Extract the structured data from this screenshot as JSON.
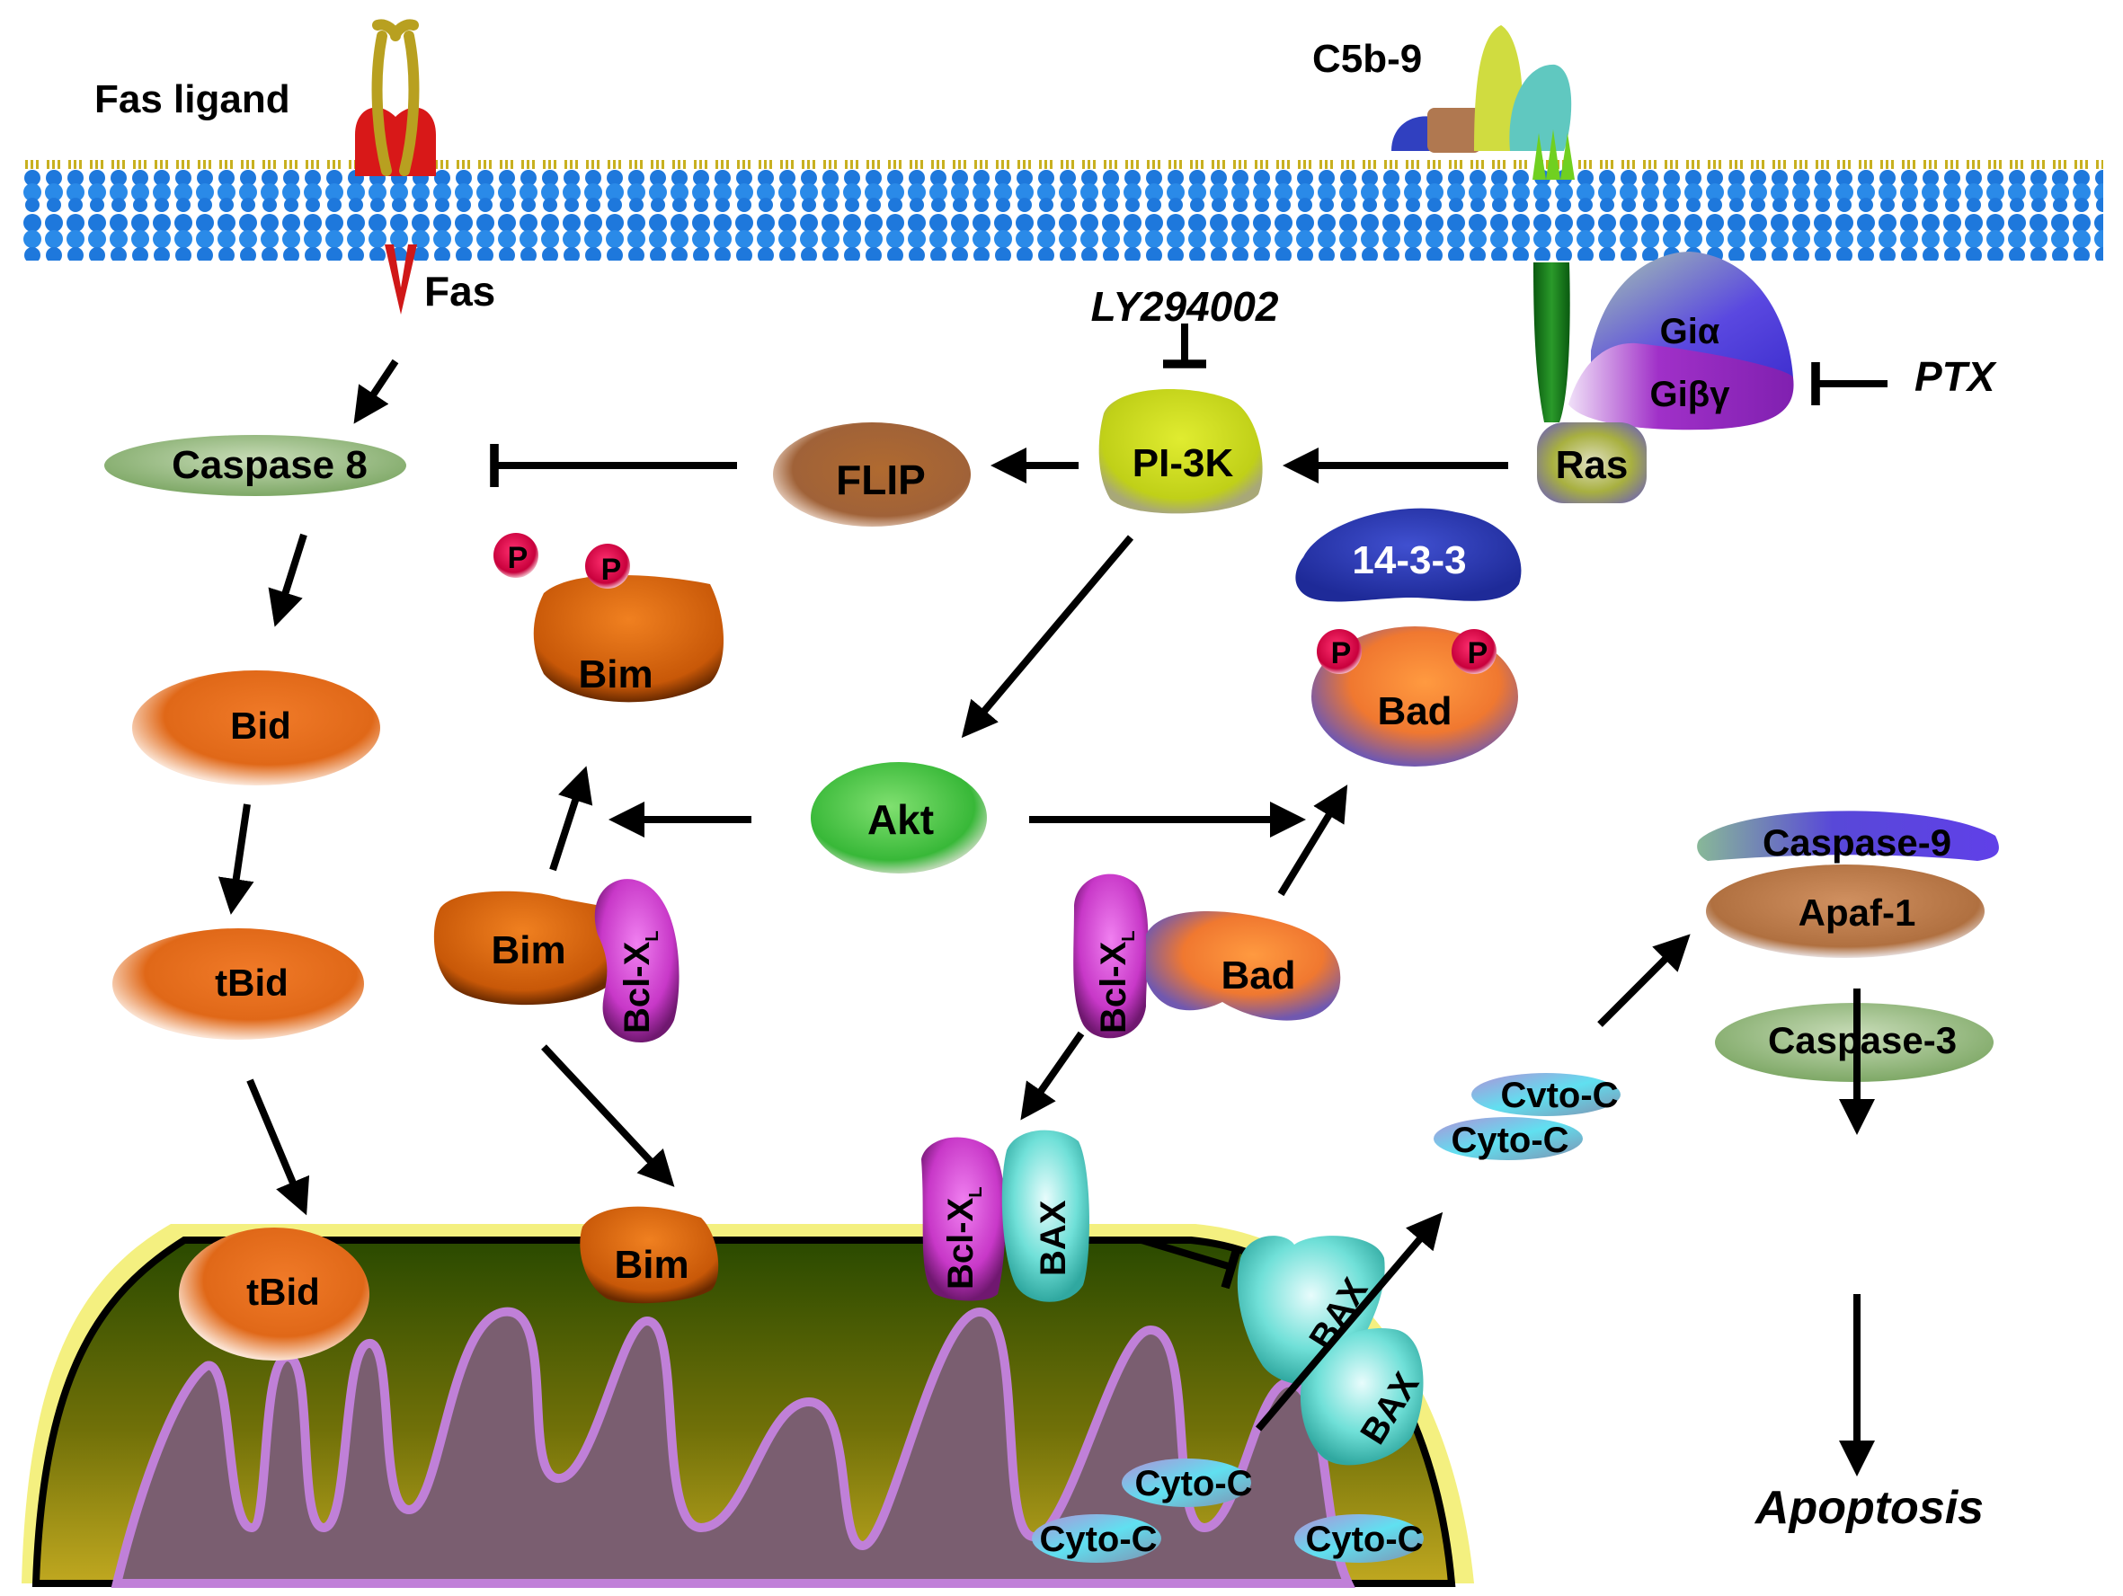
{
  "title": "Fas / C5b-9 signaling to apoptosis via PI-3K/Akt and mitochondria",
  "colors": {
    "membrane_head": "#1f7fe0",
    "membrane_tail": "#c9b020",
    "fas": "#d01818",
    "fas_ligand": "#b8a020",
    "caspase_green": "#8fb876",
    "bid_orange": "#e86a1c",
    "bim_orange": "#d4620c",
    "flip_brown": "#a86a38",
    "pi3k_yellow": "#c8d81c",
    "ras_olive": "#9aa040",
    "gi_alpha": "#5a48e0",
    "gi_beta_gamma": "#a030c0",
    "akt_green": "#3cc03c",
    "phospho_red": "#e0104a",
    "protein_14_3_3": "#283cb4",
    "bclxl_magenta": "#c838c8",
    "bax_cyan": "#58dcd0",
    "cyto_c": "#80c0e0",
    "caspase9_blue": "#5848d8",
    "apaf1_brown": "#b87848",
    "mito_outer": "#f4f080",
    "mito_matrix": "#7a5e70",
    "mito_crista": "#c080d8",
    "mito_space": "#5a6010",
    "arrow": "#000000"
  },
  "membrane": {
    "ligands": {
      "fas_ligand": "Fas ligand",
      "c5b9": "C5b-9"
    },
    "receptor": "Fas"
  },
  "inhibitors": {
    "ly294002": "LY294002",
    "ptx": "PTX"
  },
  "nodes": {
    "gi_alpha": "Giα",
    "gi_beta_gamma": "Giβγ",
    "ras": "Ras",
    "pi3k": "PI-3K",
    "flip": "FLIP",
    "caspase8": "Caspase 8",
    "bid": "Bid",
    "tbid_1": "tBid",
    "tbid_2": "tBid",
    "bim_p": "Bim",
    "phospho": "P",
    "protein_14_3_3": "14-3-3",
    "bad_p": "Bad",
    "akt": "Akt",
    "bim_complex": "Bim",
    "bclxl_label": "Bcl-X",
    "bclxl_sub": "L",
    "bad_complex": "Bad",
    "bim_mito": "Bim",
    "bax": "BAX",
    "cyto_c": "Cyto-C",
    "cyto_c_alt": "Cvto-C",
    "caspase9": "Caspase-9",
    "apaf1": "Apaf-1",
    "caspase3": "Caspase-3"
  },
  "outcome": "Apoptosis",
  "edges": [
    {
      "from": "Fas",
      "to": "Caspase 8",
      "type": "activation"
    },
    {
      "from": "FLIP",
      "to": "Caspase 8",
      "type": "inhibition"
    },
    {
      "from": "PI-3K",
      "to": "FLIP",
      "type": "activation"
    },
    {
      "from": "Ras",
      "to": "PI-3K",
      "type": "activation"
    },
    {
      "from": "LY294002",
      "to": "PI-3K",
      "type": "inhibition"
    },
    {
      "from": "PTX",
      "to": "Giβγ",
      "type": "inhibition"
    },
    {
      "from": "PI-3K",
      "to": "Akt",
      "type": "activation"
    },
    {
      "from": "Akt",
      "to": "P-Bim",
      "type": "activation"
    },
    {
      "from": "Akt",
      "to": "14-3-3/P-Bad",
      "type": "activation"
    },
    {
      "from": "Bim/Bcl-XL",
      "to": "P-Bim",
      "type": "activation"
    },
    {
      "from": "Bcl-XL/Bad",
      "to": "14-3-3/P-Bad",
      "type": "activation"
    },
    {
      "from": "Bim/Bcl-XL",
      "to": "Bim (mitochondria)",
      "type": "activation"
    },
    {
      "from": "Bcl-XL/Bad",
      "to": "Bcl-XL/BAX",
      "type": "activation"
    },
    {
      "from": "Bcl-XL/BAX",
      "to": "BAX oligomer",
      "type": "inhibition"
    },
    {
      "from": "Caspase 8",
      "to": "Bid",
      "type": "activation"
    },
    {
      "from": "Bid",
      "to": "tBid",
      "type": "activation"
    },
    {
      "from": "tBid",
      "to": "tBid (mitochondria)",
      "type": "activation"
    },
    {
      "from": "mitochondrial Cyto-C",
      "to": "released Cyto-C",
      "type": "activation"
    },
    {
      "from": "Cyto-C",
      "to": "Caspase-9/Apaf-1",
      "type": "activation"
    },
    {
      "from": "Caspase-9/Apaf-1",
      "to": "Caspase-3",
      "type": "activation"
    },
    {
      "from": "Caspase-3",
      "to": "Apoptosis",
      "type": "activation"
    }
  ]
}
